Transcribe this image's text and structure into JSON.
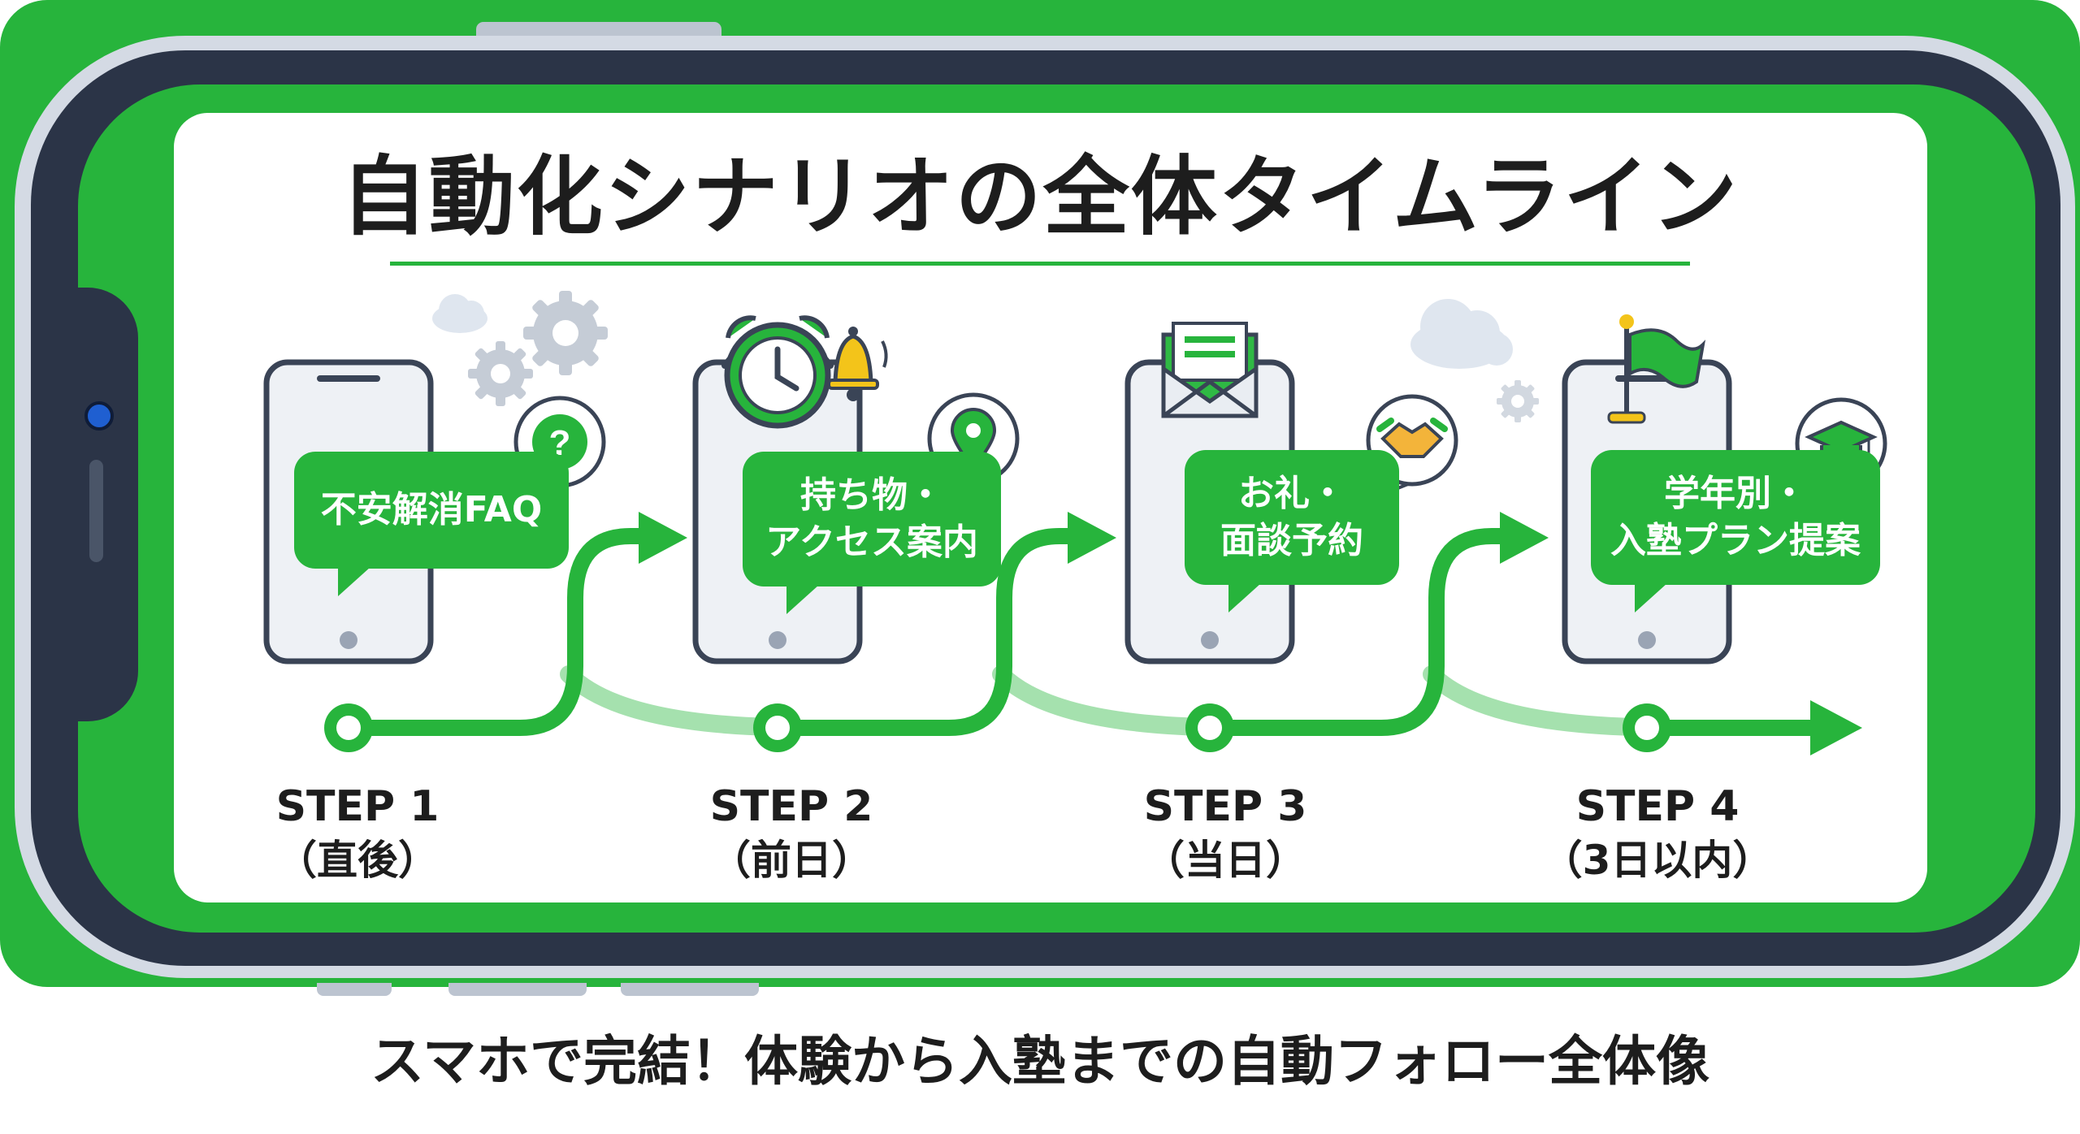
{
  "title": "自動化シナリオの全体タイムライン",
  "caption": "スマホで完結！体験から入塾までの自動フォロー全体像",
  "colors": {
    "accent": "#27b43c",
    "accent_light": "#8fd99a",
    "phone_dark": "#2b3447",
    "text": "#1d1d1d"
  },
  "steps": [
    {
      "step": "STEP 1",
      "timing": "（直後）",
      "message_lines": [
        "不安解消FAQ"
      ],
      "badge_icon": "question-icon"
    },
    {
      "step": "STEP 2",
      "timing": "（前日）",
      "message_lines": [
        "持ち物・",
        "アクセス案内"
      ],
      "badge_icon": "map-pin-icon"
    },
    {
      "step": "STEP 3",
      "timing": "（当日）",
      "message_lines": [
        "お礼・",
        "面談予約"
      ],
      "badge_icon": "handshake-icon"
    },
    {
      "step": "STEP 4",
      "timing": "（3日以内）",
      "message_lines": [
        "学年別・",
        "入塾プラン提案"
      ],
      "badge_icon": "graduation-cap-icon"
    }
  ],
  "decorations": [
    "cloud-icon",
    "gear-icon",
    "alarm-clock-icon",
    "bell-icon",
    "envelope-icon",
    "flag-icon"
  ]
}
